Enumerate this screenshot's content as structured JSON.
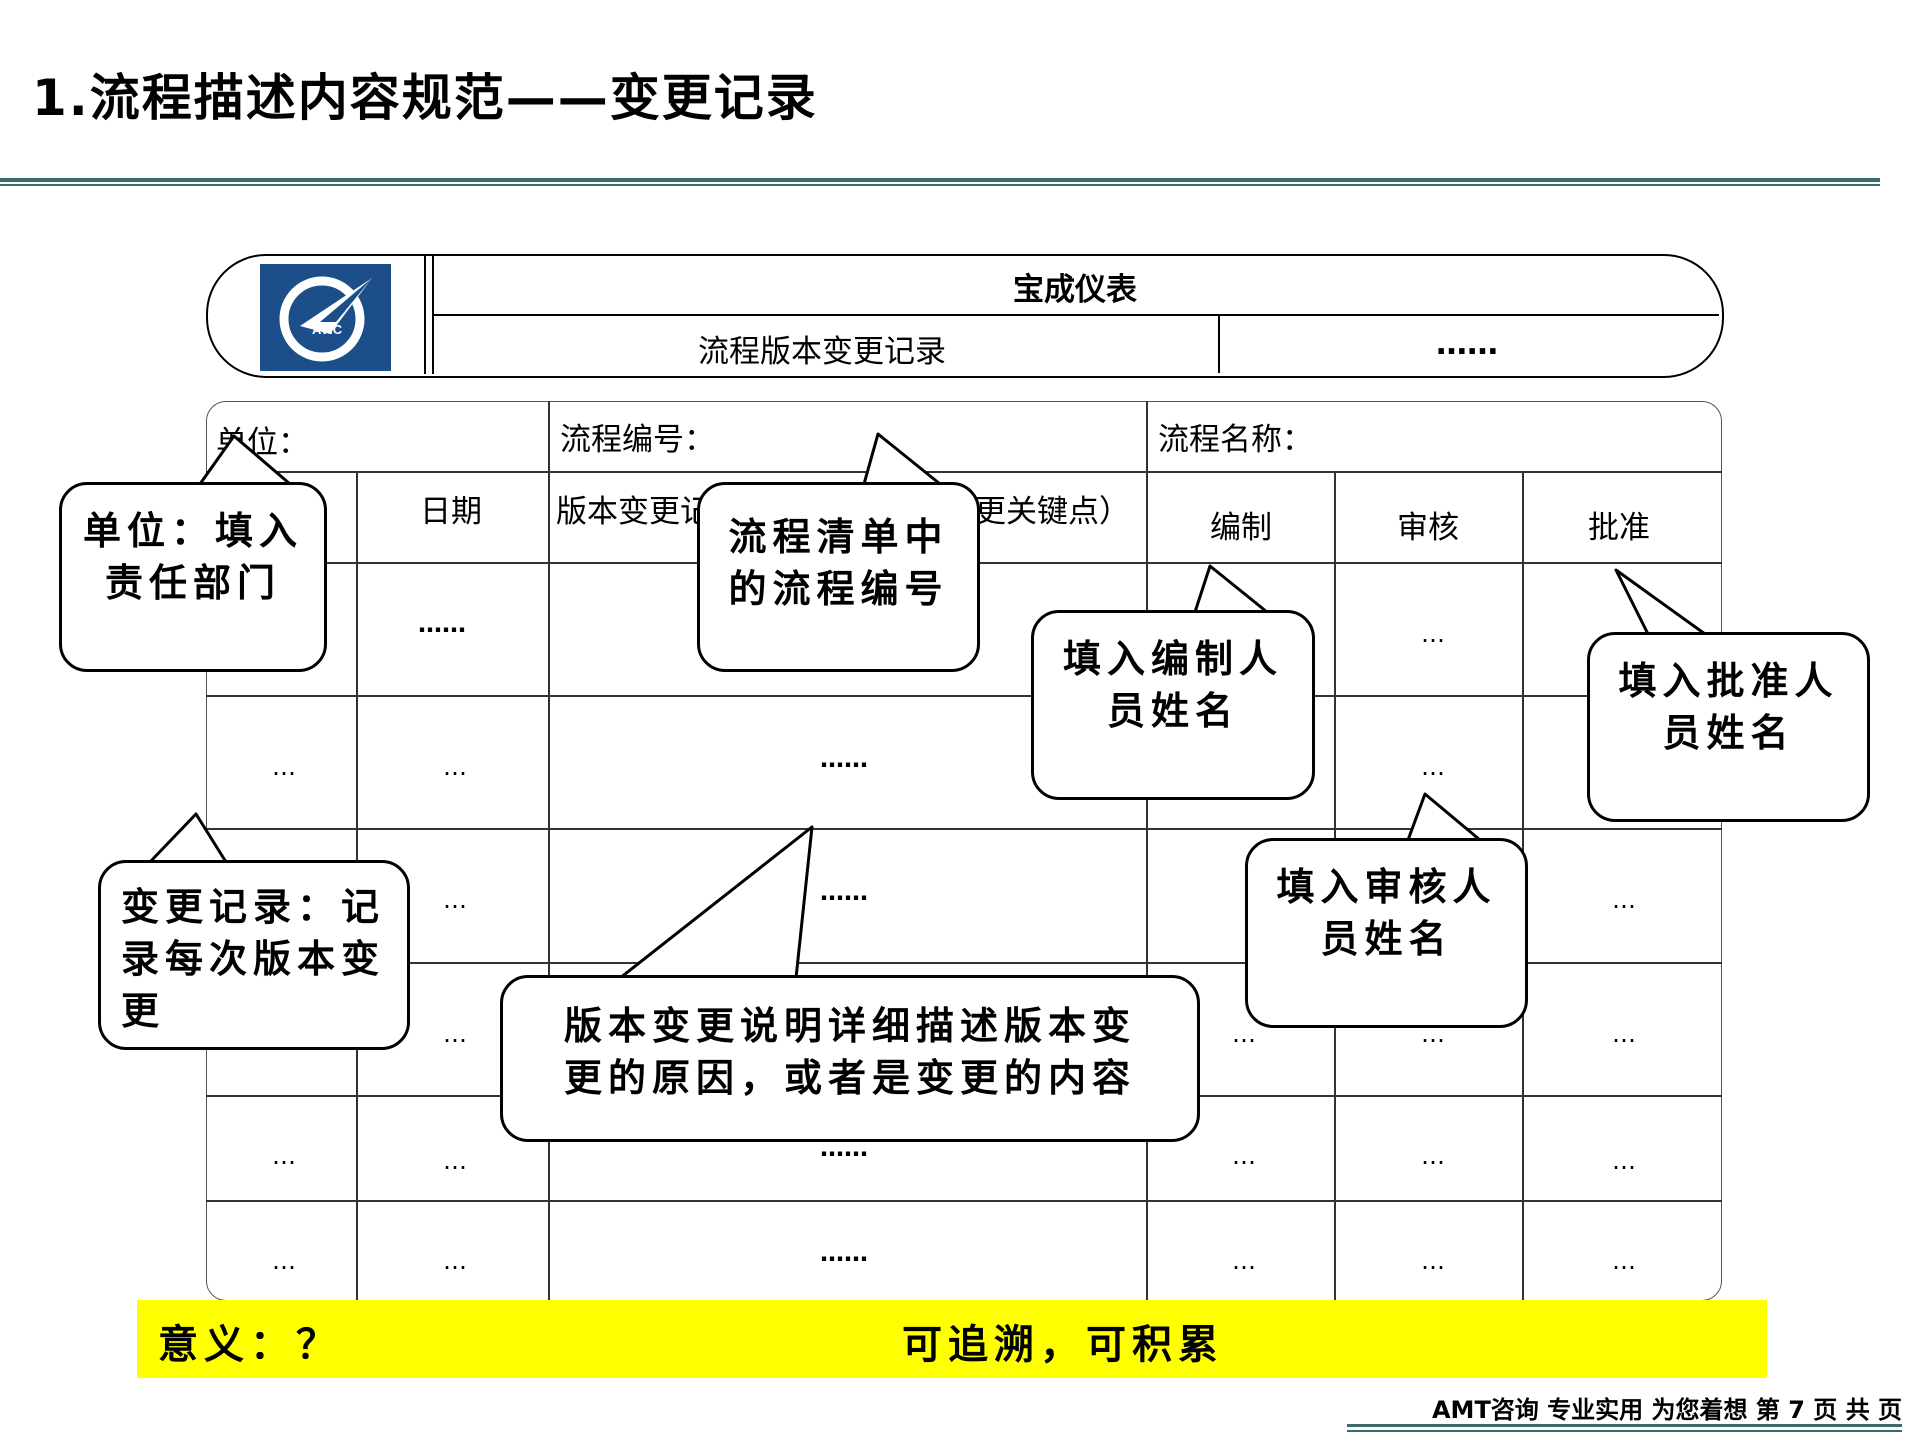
{
  "page": {
    "title": "1.流程描述内容规范——变更记录"
  },
  "header": {
    "company": "宝成仪表",
    "record_title": "流程版本变更记录",
    "code_placeholder": "……",
    "logo_text": "AVIC"
  },
  "table": {
    "unit_label": "单位：",
    "process_no_label": "流程编号：",
    "process_name_label": "流程名称：",
    "columns": {
      "date": "日期",
      "change_desc_a": "版本变更记",
      "change_desc_b": "更关键点）",
      "editor": "编制",
      "reviewer": "审核",
      "approver": "批准"
    },
    "ellipsis_short": "…",
    "ellipsis_long": "……"
  },
  "bubbles": {
    "unit": "单位：填入责任部门",
    "process_no": "流程清单中的流程编号",
    "editor": "填入编制人员姓名",
    "approver": "填入批准人员姓名",
    "change_record": "变更记录：记录每次版本变更",
    "reviewer": "填入审核人员姓名",
    "change_desc": "版本变更说明详细描述版本变更的原因，或者是变更的内容"
  },
  "meaning": {
    "label": "意义：？",
    "value": "可追溯，可积累"
  },
  "footer": {
    "text": "AMT咨询 专业实用 为您着想 第 7 页 共 页"
  }
}
